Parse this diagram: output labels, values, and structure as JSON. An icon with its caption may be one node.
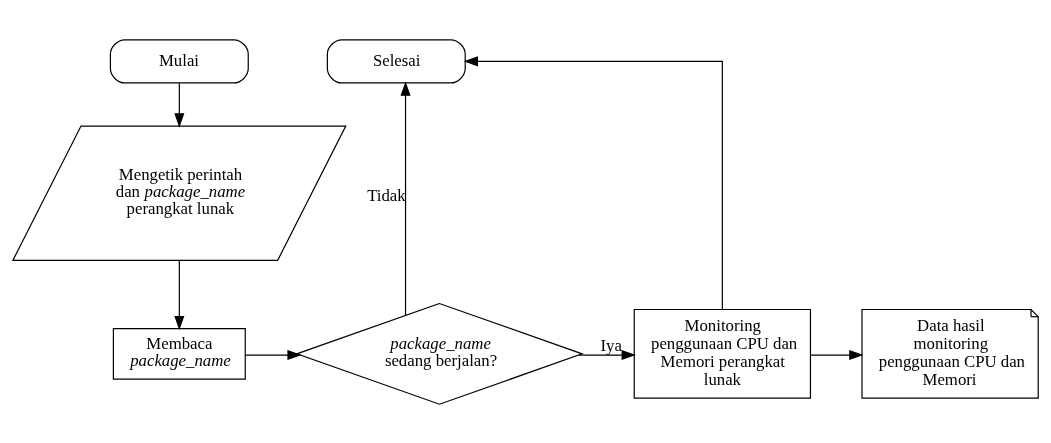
{
  "diagram": {
    "nodes": [
      {
        "text": [
          "Mulai"
        ]
      },
      {
        "text": [
          "Mengetik perintah dan *package_name* perangkat lunak"
        ]
      },
      {
        "text": [
          "Membaca *package_name*"
        ]
      },
      {
        "text": [
          "*package_name* sedang berjalan?"
        ]
      },
      {
        "text": [
          "Monitoring penggunaan CPU dan Memori perangkat lunak"
        ]
      },
      {
        "text": [
          "Data hasil monitoring penggunaan CPU dan Memori"
        ]
      },
      {
        "text": [
          "Selesai"
        ]
      }
    ],
    "edges": [
      {
        "from": 0,
        "to": 1,
        "arrow": "to"
      },
      {
        "from": 1,
        "to": 2,
        "arrow": "to"
      },
      {
        "from": 2,
        "to": 3,
        "arrow": "to"
      },
      {
        "from": 3,
        "to": 4,
        "arrow": "to",
        "label": "Iya"
      },
      {
        "from": 3,
        "to": 6,
        "arrow": "to",
        "label": "Tidak"
      },
      {
        "from": 4,
        "to": 6,
        "arrow": "to"
      },
      {
        "from": 4,
        "to": 5,
        "arrow": "to"
      }
    ]
  }
}
